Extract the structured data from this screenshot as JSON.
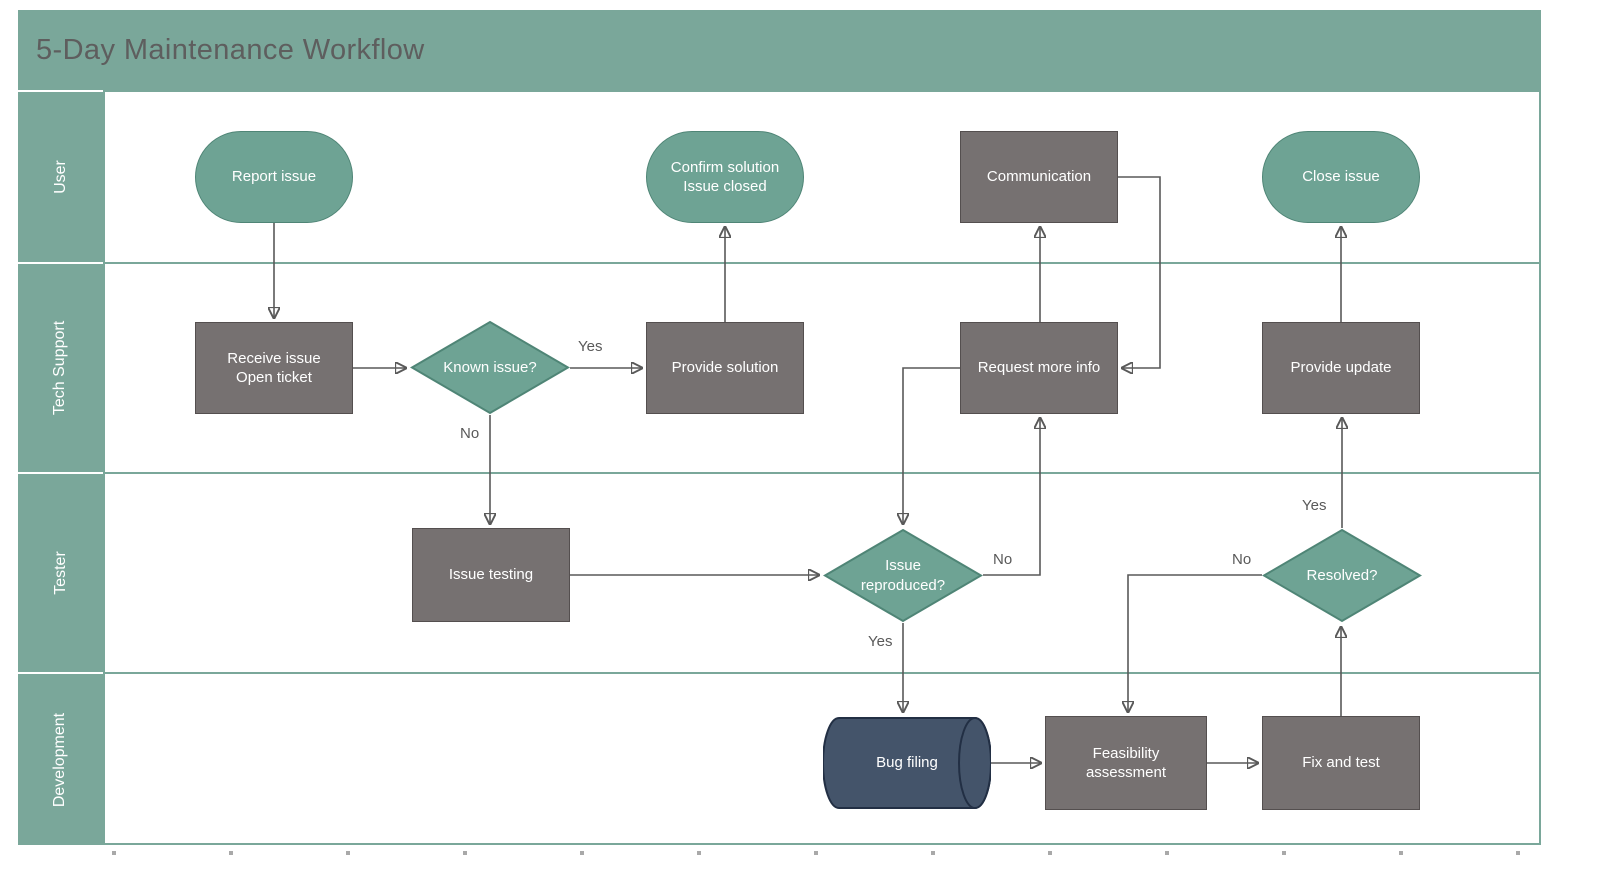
{
  "title": "5-Day Maintenance Workflow",
  "lanes": [
    {
      "label": "User"
    },
    {
      "label": "Tech Support"
    },
    {
      "label": "Tester"
    },
    {
      "label": "Development"
    }
  ],
  "nodes": {
    "report_issue": {
      "label": "Report issue",
      "type": "terminator",
      "lane": "User"
    },
    "confirm_solution": {
      "label": "Confirm solution\nIssue closed",
      "type": "terminator",
      "lane": "User"
    },
    "communication": {
      "label": "Communication",
      "type": "process",
      "lane": "User"
    },
    "close_issue": {
      "label": "Close issue",
      "type": "terminator",
      "lane": "User"
    },
    "receive_issue": {
      "label": "Receive issue\nOpen ticket",
      "type": "process",
      "lane": "Tech Support"
    },
    "known_issue": {
      "label": "Known issue?",
      "type": "decision",
      "lane": "Tech Support"
    },
    "provide_solution": {
      "label": "Provide solution",
      "type": "process",
      "lane": "Tech Support"
    },
    "request_more_info": {
      "label": "Request more info",
      "type": "process",
      "lane": "Tech Support"
    },
    "provide_update": {
      "label": "Provide update",
      "type": "process",
      "lane": "Tech Support"
    },
    "issue_testing": {
      "label": "Issue testing",
      "type": "process",
      "lane": "Tester"
    },
    "issue_reproduced": {
      "label": "Issue reproduced?",
      "type": "decision",
      "lane": "Tester"
    },
    "resolved": {
      "label": "Resolved?",
      "type": "decision",
      "lane": "Tester"
    },
    "bug_filing": {
      "label": "Bug filing",
      "type": "data-store",
      "lane": "Development"
    },
    "feasibility_assessment": {
      "label": "Feasibility assessment",
      "type": "process",
      "lane": "Development"
    },
    "fix_and_test": {
      "label": "Fix and test",
      "type": "process",
      "lane": "Development"
    }
  },
  "edges": [
    {
      "from": "report_issue",
      "to": "receive_issue",
      "label": ""
    },
    {
      "from": "receive_issue",
      "to": "known_issue",
      "label": ""
    },
    {
      "from": "known_issue",
      "to": "provide_solution",
      "label": "Yes"
    },
    {
      "from": "provide_solution",
      "to": "confirm_solution",
      "label": ""
    },
    {
      "from": "known_issue",
      "to": "issue_testing",
      "label": "No"
    },
    {
      "from": "issue_testing",
      "to": "issue_reproduced",
      "label": ""
    },
    {
      "from": "issue_reproduced",
      "to": "bug_filing",
      "label": "Yes"
    },
    {
      "from": "issue_reproduced",
      "to": "request_more_info",
      "label": "No"
    },
    {
      "from": "request_more_info",
      "to": "communication",
      "label": ""
    },
    {
      "from": "communication",
      "to": "request_more_info",
      "label": ""
    },
    {
      "from": "request_more_info",
      "to": "issue_reproduced",
      "label": ""
    },
    {
      "from": "bug_filing",
      "to": "feasibility_assessment",
      "label": ""
    },
    {
      "from": "feasibility_assessment",
      "to": "fix_and_test",
      "label": ""
    },
    {
      "from": "fix_and_test",
      "to": "resolved",
      "label": ""
    },
    {
      "from": "resolved",
      "to": "provide_update",
      "label": "Yes"
    },
    {
      "from": "resolved",
      "to": "feasibility_assessment",
      "label": "No"
    },
    {
      "from": "provide_update",
      "to": "close_issue",
      "label": ""
    }
  ],
  "colors": {
    "lane_teal": "#7AA79A",
    "shape_teal": "#6EA394",
    "shape_teal_border": "#4F8576",
    "shape_gray": "#767171",
    "shape_gray_border": "#544F4F",
    "shape_navy": "#44546A",
    "shape_navy_border": "#222F44",
    "connector": "#595959",
    "title_text": "#5E5E5E"
  }
}
